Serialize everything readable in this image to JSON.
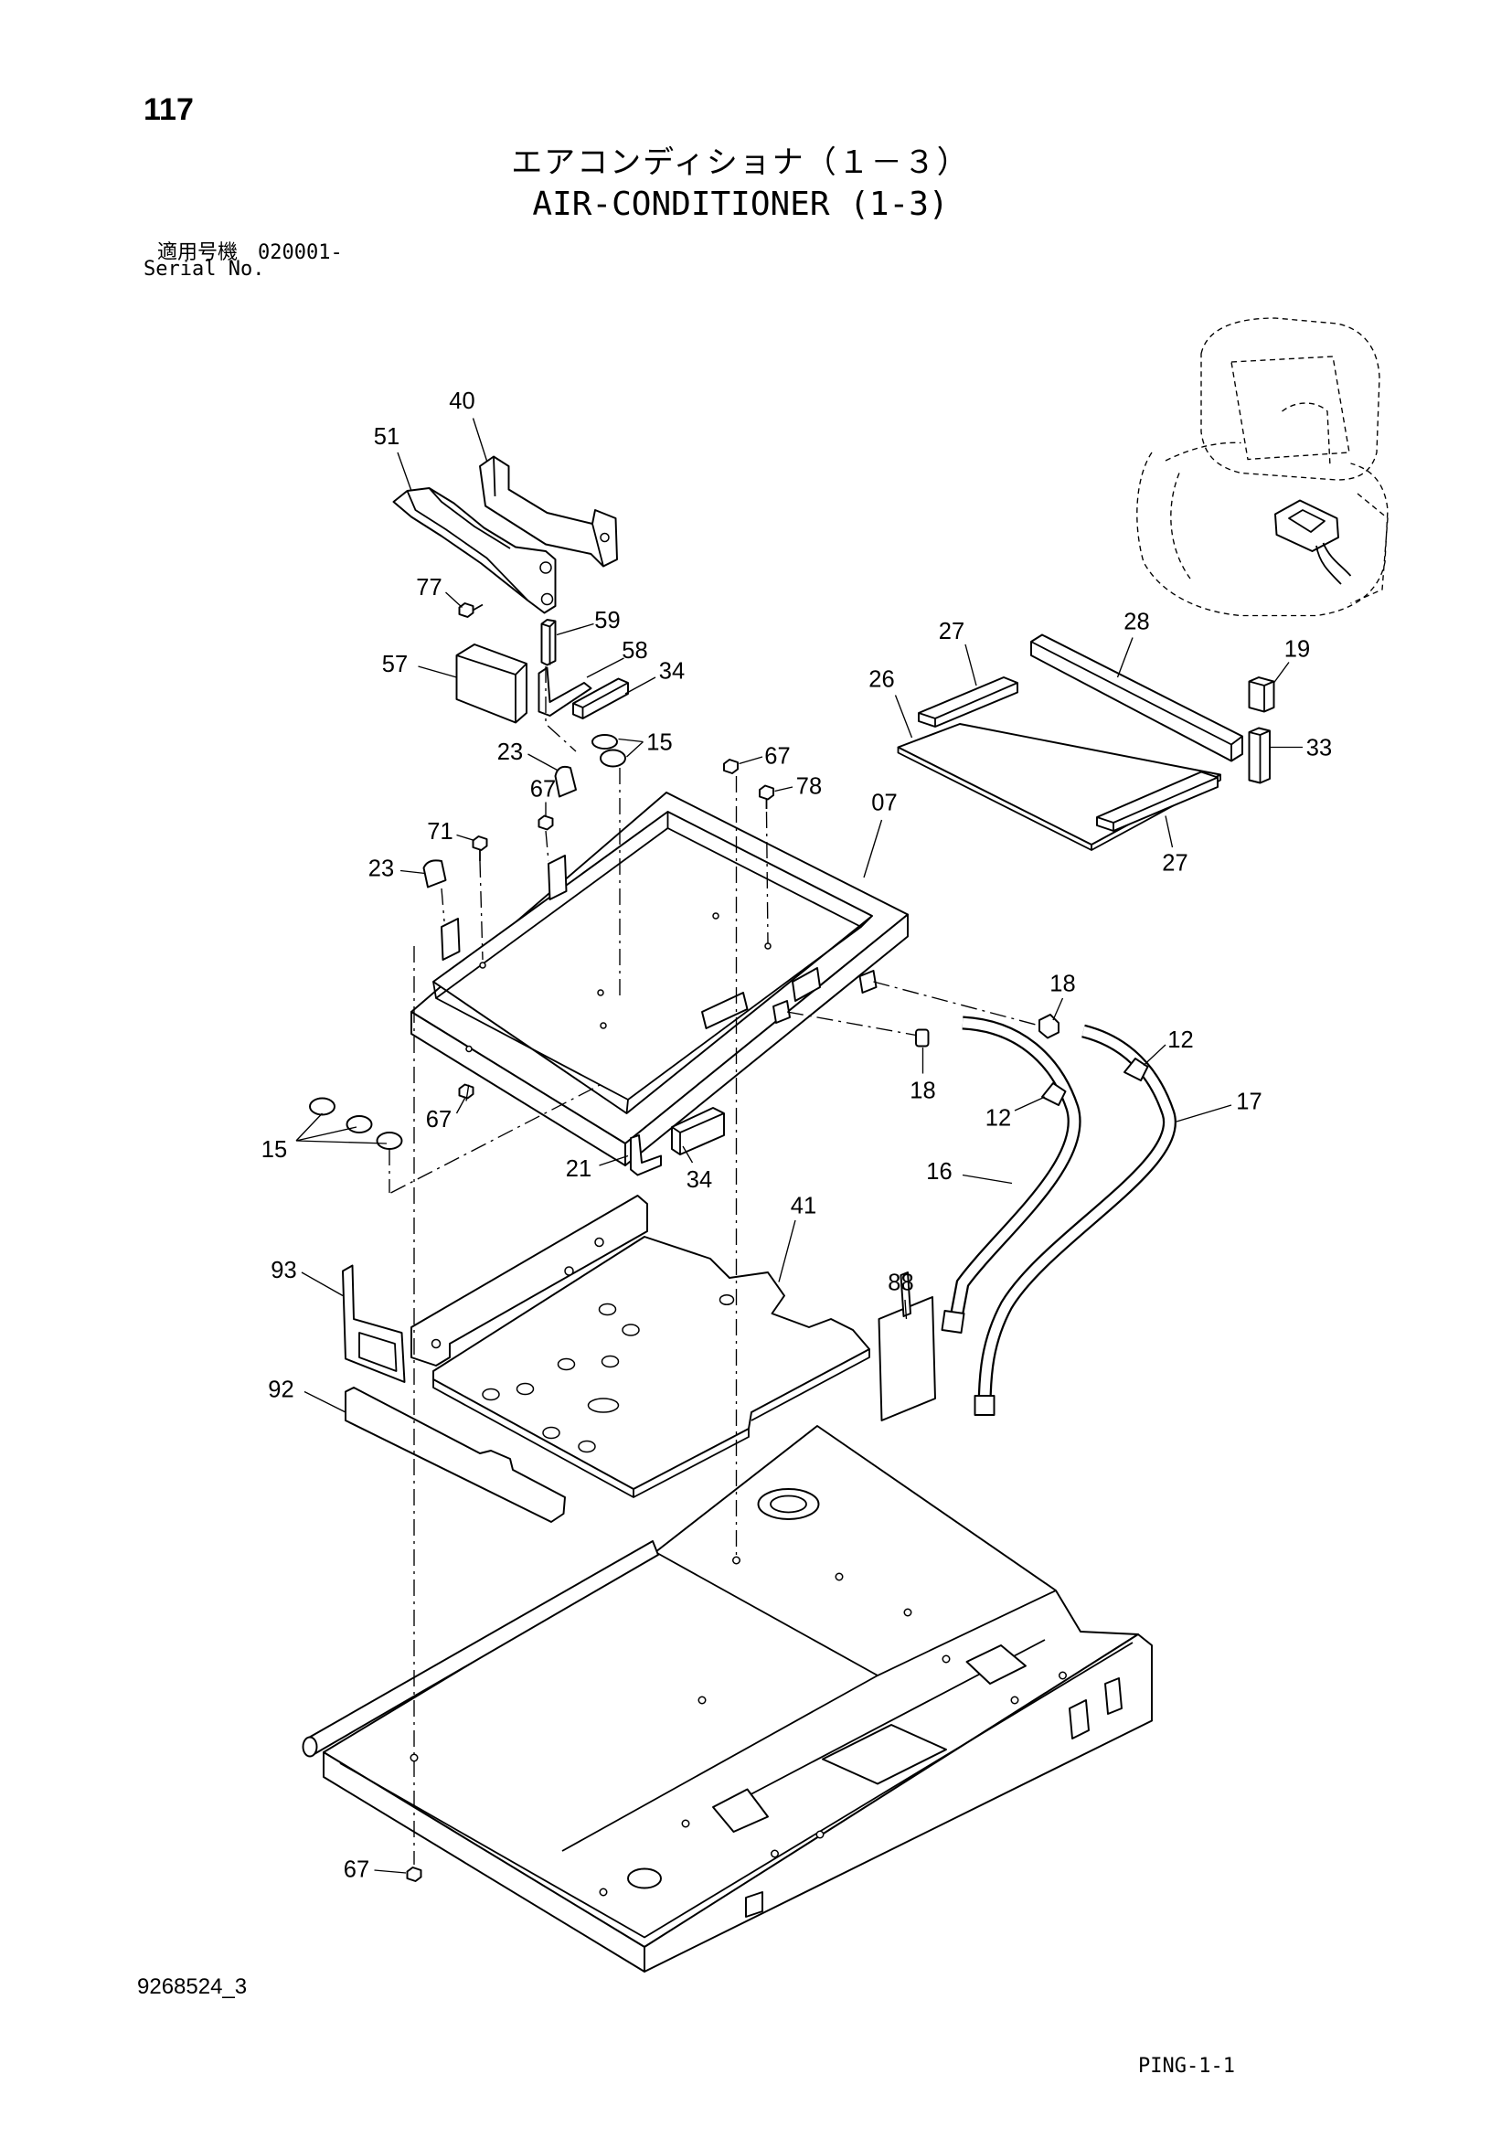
{
  "page_number": "117",
  "title_ja": "エアコンディショナ（１－３）",
  "title_en": "AIR-CONDITIONER (1-3)",
  "serial": {
    "label_ja": "適用号機",
    "number": "020001-",
    "label_en": "Serial No."
  },
  "drawing_code": "9268524_3",
  "page_code": "PING-1-1",
  "callouts": [
    "40",
    "51",
    "77",
    "59",
    "57",
    "58",
    "34",
    "23",
    "15",
    "67",
    "67",
    "78",
    "07",
    "71",
    "23",
    "27",
    "28",
    "26",
    "19",
    "33",
    "27",
    "18",
    "12",
    "17",
    "18",
    "12",
    "16",
    "67",
    "15",
    "21",
    "34",
    "41",
    "93",
    "88",
    "92",
    "67"
  ]
}
